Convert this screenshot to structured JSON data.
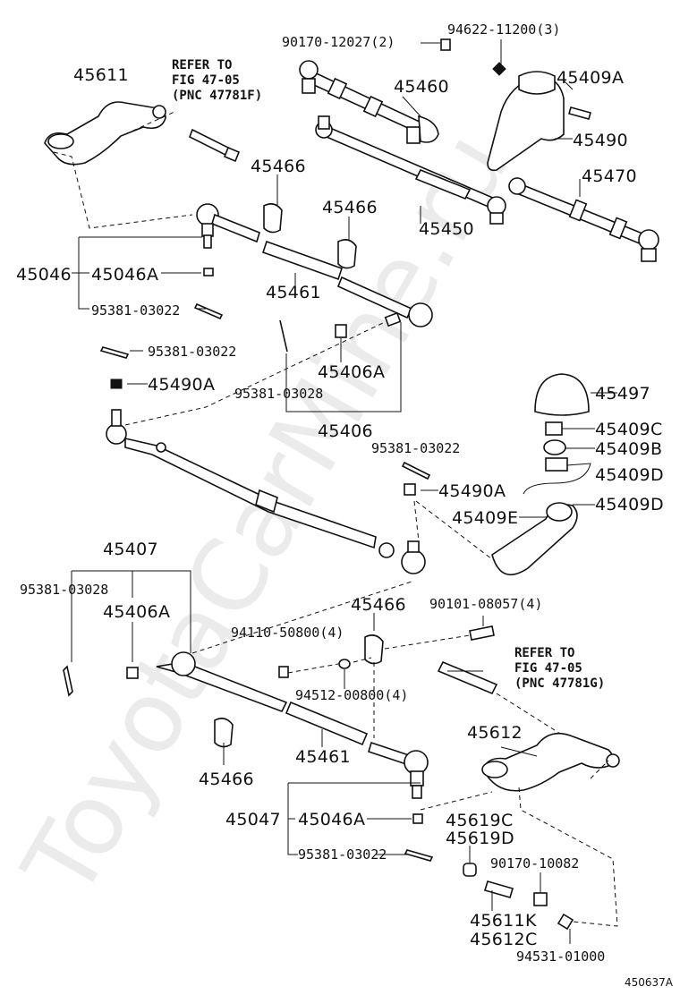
{
  "watermark": "ToyotaCarMine.ru",
  "diagram_code": "450637A",
  "refer_top": {
    "line1": "REFER TO",
    "line2": "FIG 47-05",
    "line3": "(PNC 47781F)"
  },
  "refer_bottom": {
    "line1": "REFER TO",
    "line2": "FIG 47-05",
    "line3": "(PNC 47781G)"
  },
  "labels": {
    "p45611": "45611",
    "p90170_12027": "90170-12027(2)",
    "p94622_11200": "94622-11200(3)",
    "p45460": "45460",
    "p45409A": "45409A",
    "p45490": "45490",
    "p45466_a": "45466",
    "p45466_b": "45466",
    "p45470": "45470",
    "p45450": "45450",
    "p45046": "45046",
    "p45046A_top": "45046A",
    "p45461_top": "45461",
    "p95381_03022_a": "95381-03022",
    "p95381_03022_b": "95381-03022",
    "p45490A_left": "45490A",
    "p45406A_top": "45406A",
    "p95381_03028_top": "95381-03028",
    "p45406": "45406",
    "p45497": "45497",
    "p45409C": "45409C",
    "p45409B": "45409B",
    "p45409D_a": "45409D",
    "p45409D_b": "45409D",
    "p45409E": "45409E",
    "p95381_03022_c": "95381-03022",
    "p45490A_mid": "45490A",
    "p45407": "45407",
    "p95381_03028_bot": "95381-03028",
    "p45406A_bot": "45406A",
    "p45466_c": "45466",
    "p90101_08057": "90101-08057(4)",
    "p94110_50800": "94110-50800(4)",
    "p94512_00800": "94512-00800(4)",
    "p45612": "45612",
    "p45466_d": "45466",
    "p45461_bot": "45461",
    "p45047": "45047",
    "p45046A_bot": "45046A",
    "p45619C": "45619C",
    "p45619D": "45619D",
    "p95381_03022_d": "95381-03022",
    "p90170_10082": "90170-10082",
    "p45611K": "45611K",
    "p45612C": "45612C",
    "p94531_01000": "94531-01000"
  }
}
